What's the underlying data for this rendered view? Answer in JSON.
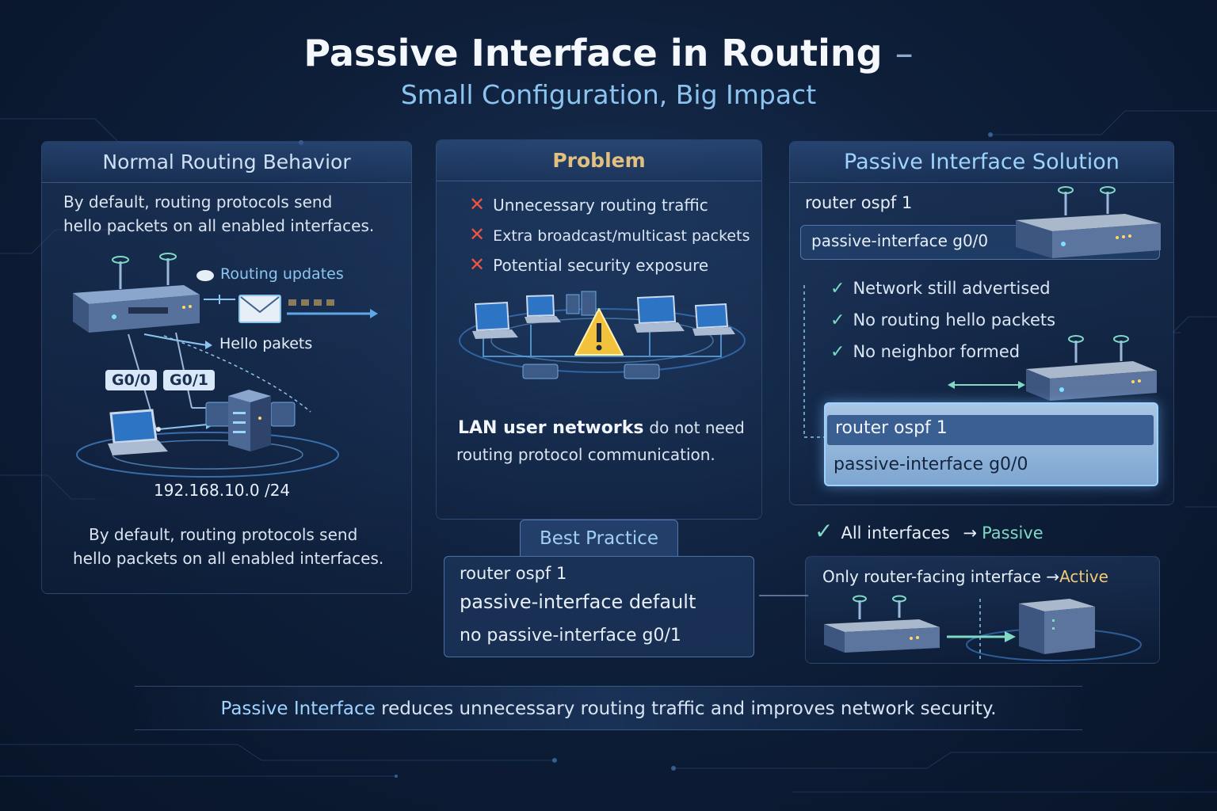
{
  "header": {
    "title": "Passive Interface in Routing",
    "title_dash": "–",
    "subtitle": "Small Configuration, Big Impact"
  },
  "normal": {
    "heading": "Normal Routing Behavior",
    "intro_line1": "By default, routing protocols send",
    "intro_line2": "hello packets on all enabled interfaces.",
    "routing_updates_label": "Routing updates",
    "hello_label": "Hello pakets",
    "iface_g00": "G0/0",
    "iface_g01": "G0/1",
    "network": "192.168.10.0 /24",
    "outro_line1": "By default, routing protocols send",
    "outro_line2": "hello packets on all enabled interfaces."
  },
  "problem": {
    "heading": "Problem",
    "items": [
      "Unnecessary routing traffic",
      "Extra broadcast/multicast packets",
      "Potential security exposure"
    ],
    "lan_bold": "LAN user networks",
    "lan_rest": "do not need",
    "lan_line2": "routing protocol communication."
  },
  "best_practice": {
    "heading": "Best Practice",
    "lines": [
      "router  ospf  1",
      "passive-interface  default",
      "no  passive-interface  g0/1"
    ]
  },
  "solution": {
    "heading": "Passive Interface Solution",
    "cmd_router": "router ospf 1",
    "cmd_passive": "passive-interface g0/0",
    "checks": [
      "Network still advertised",
      "No routing hello packets",
      "No neighbor formed"
    ],
    "zoom_line1": "router ospf 1",
    "zoom_line2": "passive-interface  g0/0",
    "all_label": "All interfaces",
    "all_arrow": "→",
    "all_value": "Passive",
    "only_label": "Only router-facing interface",
    "only_arrow": "→",
    "only_value": "Active"
  },
  "footer": {
    "highlight": "Passive Interface",
    "rest": " reduces unnecessary routing traffic and improves network security."
  },
  "colors": {
    "accent_blue": "#8cc4f0",
    "problem_gold": "#e3c07e",
    "cross_red": "#f0553f",
    "check_teal": "#7fd9c5",
    "active_gold": "#f2c879"
  }
}
